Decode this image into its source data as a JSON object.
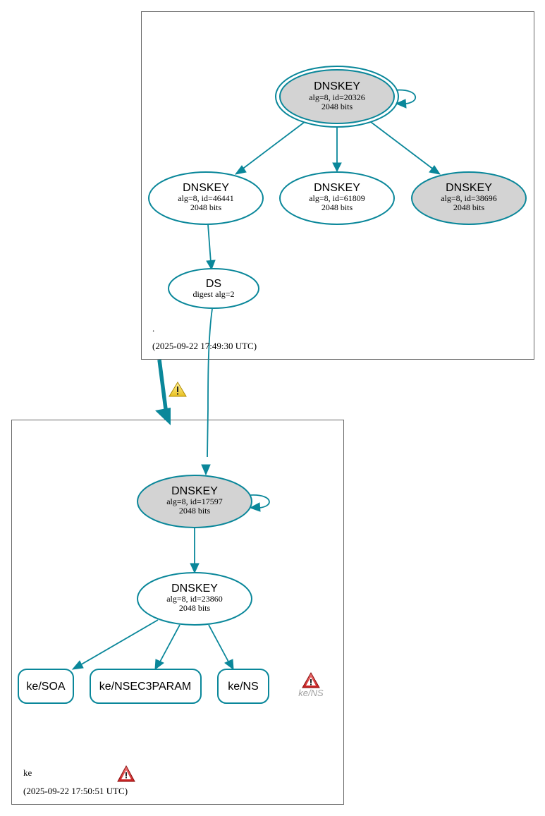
{
  "zones": {
    "root": {
      "name": ".",
      "timestamp": "(2025-09-22 17:49:30 UTC)"
    },
    "ke": {
      "name": "ke",
      "timestamp": "(2025-09-22 17:50:51 UTC)"
    }
  },
  "nodes": {
    "root_ksk": {
      "title": "DNSKEY",
      "line1": "alg=8, id=20326",
      "line2": "2048 bits"
    },
    "root_zsk1": {
      "title": "DNSKEY",
      "line1": "alg=8, id=46441",
      "line2": "2048 bits"
    },
    "root_zsk2": {
      "title": "DNSKEY",
      "line1": "alg=8, id=61809",
      "line2": "2048 bits"
    },
    "root_zsk3": {
      "title": "DNSKEY",
      "line1": "alg=8, id=38696",
      "line2": "2048 bits"
    },
    "root_ds": {
      "title": "DS",
      "line1": "digest alg=2"
    },
    "ke_ksk": {
      "title": "DNSKEY",
      "line1": "alg=8, id=17597",
      "line2": "2048 bits"
    },
    "ke_zsk": {
      "title": "DNSKEY",
      "line1": "alg=8, id=23860",
      "line2": "2048 bits"
    }
  },
  "rrsets": {
    "soa": "ke/SOA",
    "nsec3param": "ke/NSEC3PARAM",
    "ns": "ke/NS",
    "ns_warning": "ke/NS"
  },
  "colors": {
    "edge": "#0a879a",
    "selfsigned_fill": "#d3d3d3",
    "warning_yellow": "#f2d22e",
    "error_red": "#d93a3a"
  },
  "icons": {
    "delegation_warning": "warning-yellow-triangle-icon",
    "rrset_error": "error-red-triangle-icon",
    "zone_error": "error-red-triangle-icon"
  }
}
